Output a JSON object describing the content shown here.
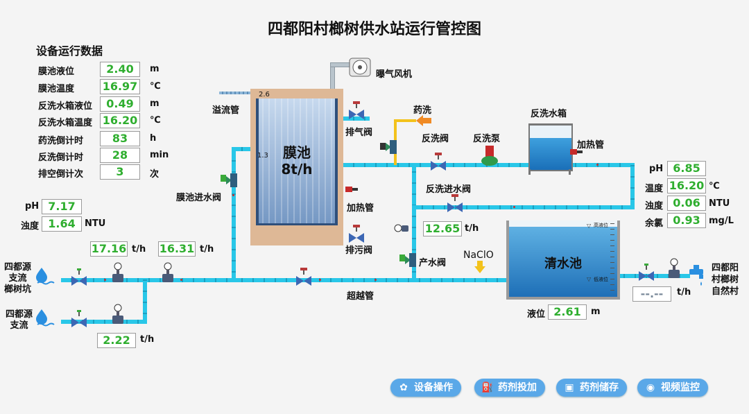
{
  "title": "四都阳村榔树供水站运行管控图",
  "panel": {
    "heading": "设备运行数据",
    "rows": [
      {
        "label": "膜池液位",
        "value": "2.40",
        "unit": "m"
      },
      {
        "label": "膜池温度",
        "value": "16.97",
        "unit": "℃"
      },
      {
        "label": "反洗水箱液位",
        "value": "0.49",
        "unit": "m"
      },
      {
        "label": "反洗水箱温度",
        "value": "16.20",
        "unit": "℃"
      },
      {
        "label": "药洗倒计时",
        "value": "83",
        "unit": "h"
      },
      {
        "label": "反洗倒计时",
        "value": "28",
        "unit": "min"
      },
      {
        "label": "排空倒计次",
        "value": "3",
        "unit": "次"
      }
    ]
  },
  "raw_quality": {
    "ph_label": "pH",
    "ph": "7.17",
    "turb_label": "浊度",
    "turb": "1.64",
    "turb_unit": "NTU"
  },
  "sources": {
    "source1": "四都源\n支流\n榔树坑",
    "source2": "四都源\n支流"
  },
  "flows": {
    "f1": "17.16",
    "f2": "16.31",
    "f3": "2.22",
    "f4": "12.65",
    "f5": "--.--",
    "unit": "t/h"
  },
  "membrane": {
    "name": "膜池",
    "capacity": "8t/h",
    "mark_top": "2.6",
    "mark_mid": "1.3"
  },
  "labels": {
    "overflow": "溢流管",
    "blower": "曝气风机",
    "exhaust_valve": "排气阀",
    "drug_wash": "药洗",
    "backwash_valve": "反洗阀",
    "backwash_pump": "反洗泵",
    "backwash_tank": "反洗水箱",
    "heater1": "加热管",
    "inlet_valve": "膜池进水阀",
    "heater2": "加热管",
    "backwash_inlet": "反洗进水阀",
    "drain_valve": "排污阀",
    "product_valve": "产水阀",
    "naclo": "NaClO",
    "bypass": "超越管",
    "clear_pool": "清水池",
    "level_label": "液位",
    "level_unit": "m",
    "village": "四都阳\n村榔树\n自然村",
    "tag_high": "高液位",
    "tag_low": "低液位"
  },
  "clear_level": "2.61",
  "treated_quality": {
    "rows": [
      {
        "label": "pH",
        "value": "6.85",
        "unit": ""
      },
      {
        "label": "温度",
        "value": "16.20",
        "unit": "℃"
      },
      {
        "label": "浊度",
        "value": "0.06",
        "unit": "NTU"
      },
      {
        "label": "余氯",
        "value": "0.93",
        "unit": "mg/L"
      }
    ]
  },
  "buttons": [
    {
      "label": "设备操作",
      "icon": "gear-icon"
    },
    {
      "label": "药剂投加",
      "icon": "dosing-icon"
    },
    {
      "label": "药剂储存",
      "icon": "storage-icon"
    },
    {
      "label": "视频监控",
      "icon": "camera-icon"
    }
  ],
  "colors": {
    "pipe": "#29c7e8",
    "value": "#2fae2f",
    "button": "#5aa8e8",
    "tank": "#deb896"
  }
}
